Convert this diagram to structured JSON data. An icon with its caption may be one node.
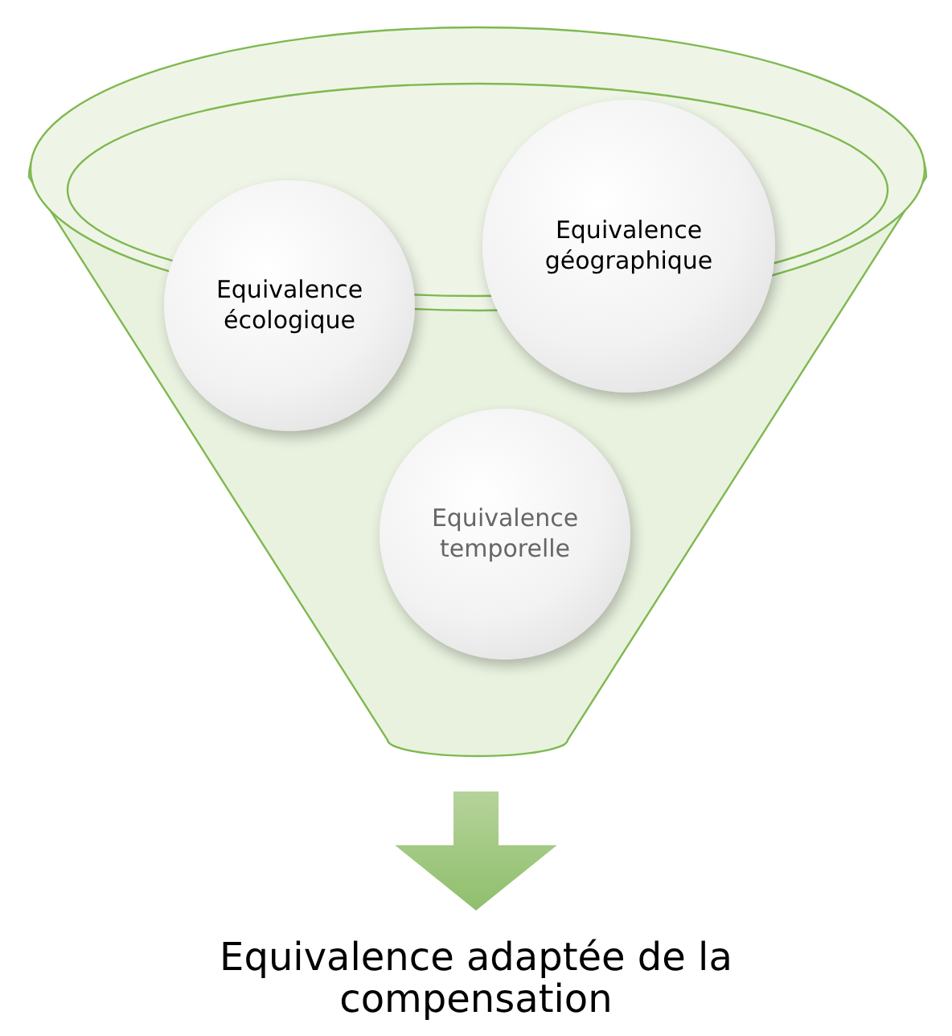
{
  "diagram": {
    "nodes": [
      {
        "text": [],
        "shape": "funnel"
      },
      {
        "text": [
          "Equivalence écologique"
        ],
        "in": 0
      },
      {
        "text": [
          "Equivalence géographique"
        ],
        "in": 0
      },
      {
        "text": [
          "Equivalence temporelle"
        ],
        "in": 0
      },
      {
        "text": [
          "Equivalence adaptée de la compensation"
        ]
      }
    ],
    "edges": [
      {
        "from": 0,
        "to": 4,
        "arrow": "to",
        "style": "thick"
      }
    ]
  }
}
